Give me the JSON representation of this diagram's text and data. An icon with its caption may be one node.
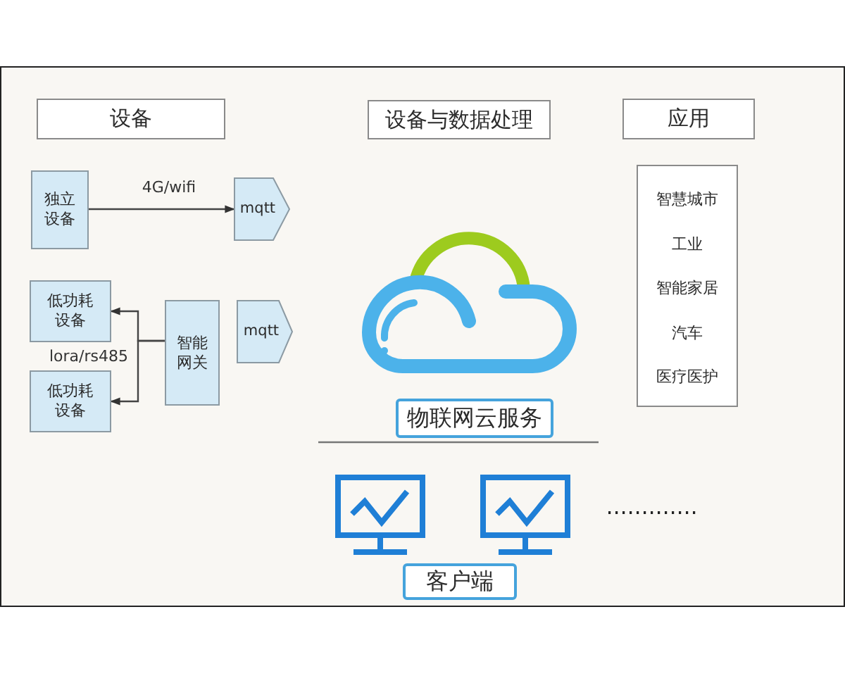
{
  "diagram": {
    "nodes": [
      {
        "text": [
          "设备"
        ]
      },
      {
        "text": [
          "设备与数据处理"
        ]
      },
      {
        "text": [
          "应用"
        ]
      },
      {
        "text": [
          "独立设备"
        ]
      },
      {
        "text": [
          "mqtt"
        ]
      },
      {
        "text": [
          "低功耗设备"
        ]
      },
      {
        "text": [
          "低功耗设备"
        ]
      },
      {
        "text": [
          "智能网关"
        ]
      },
      {
        "text": [
          "mqtt"
        ]
      },
      {
        "text": [
          "物联网云服务"
        ]
      },
      {
        "text": [
          "智慧城市",
          "工业",
          "智能家居",
          "汽车",
          "医疗医护"
        ]
      },
      {
        "text": [
          "客户端"
        ]
      }
    ],
    "edges": [
      {
        "from": 3,
        "to": 4,
        "arrow": "to",
        "label": "4G/wifi"
      },
      {
        "from": 7,
        "to": 5,
        "arrow": "to",
        "label": "lora/rs485"
      },
      {
        "from": 7,
        "to": 6,
        "arrow": "to"
      }
    ]
  }
}
